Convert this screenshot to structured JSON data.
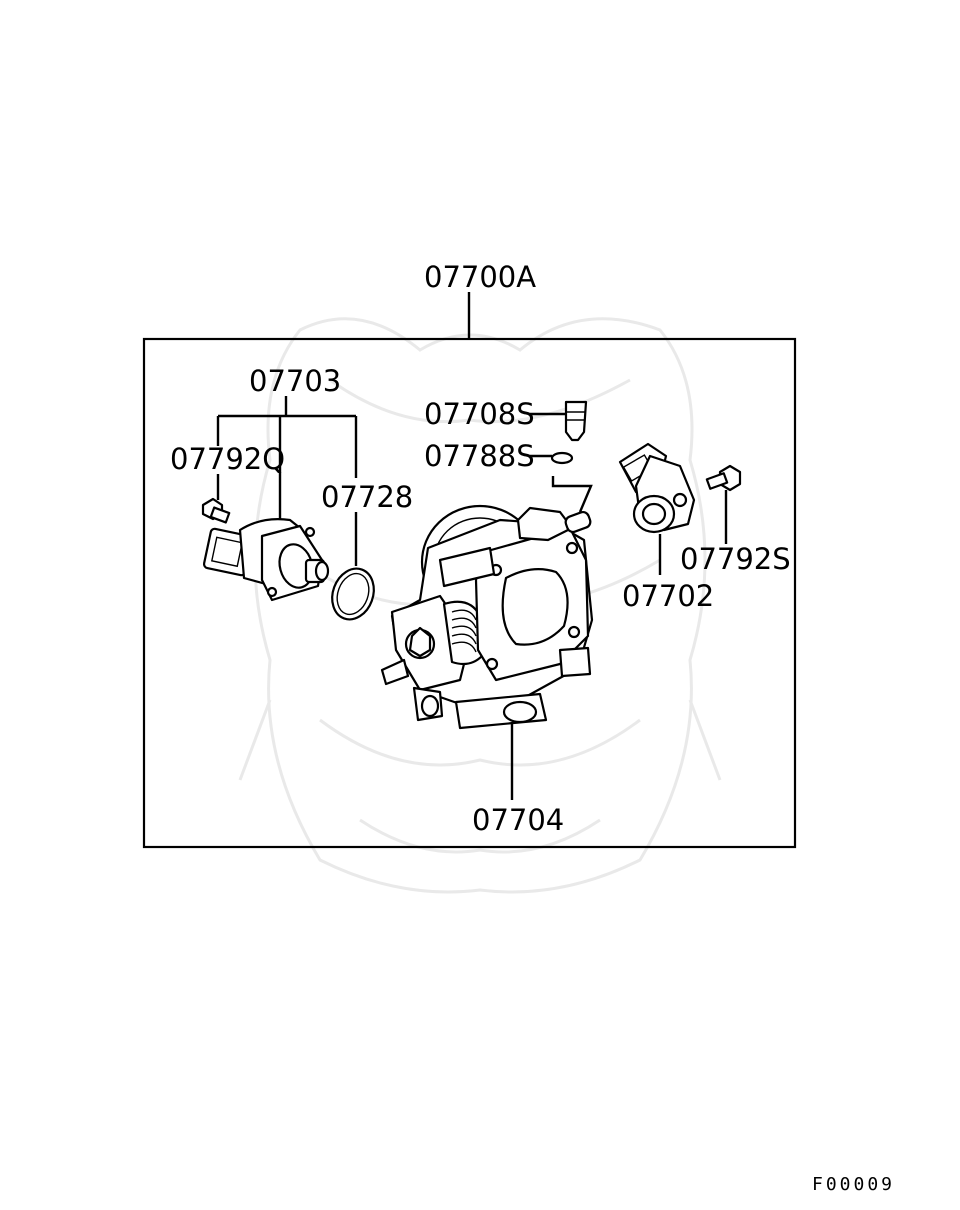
{
  "labels": {
    "assembly": "07700A",
    "isc_valve": "07703",
    "screw_isc": "07792Q",
    "o_ring": "07728",
    "fitting": "07708S",
    "fitting_ring": "07788S",
    "tps": "07702",
    "screw_tps": "07792S",
    "throttle_body": "07704"
  },
  "figure_code": "F00009"
}
